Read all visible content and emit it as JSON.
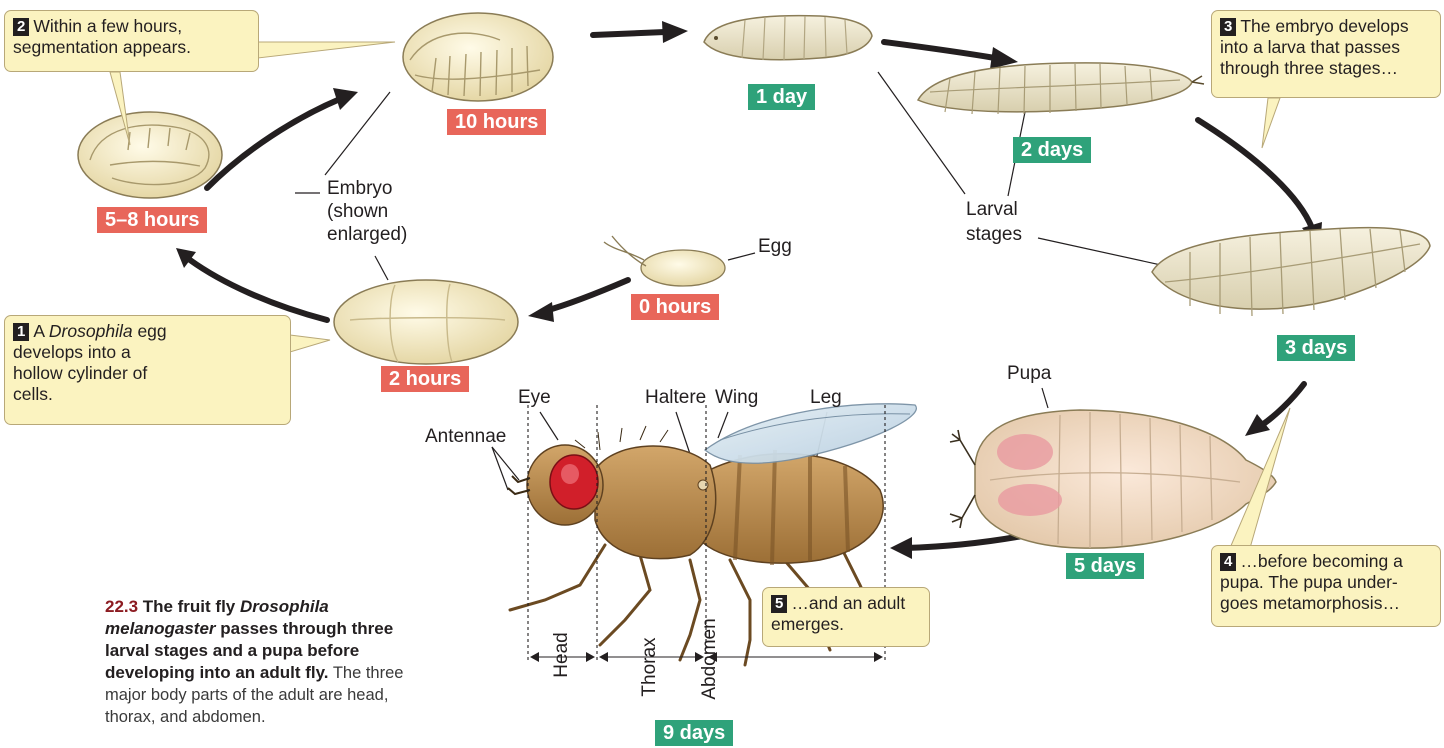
{
  "colors": {
    "hours_badge": "#e8665a",
    "days_badge": "#2fa27a",
    "callout_fill": "#fbf3c0",
    "arrow": "#231f20"
  },
  "time_labels": {
    "h10": "10 hours",
    "d1": "1 day",
    "d2": "2 days",
    "h5_8": "5–8 hours",
    "h0": "0 hours",
    "h2": "2 hours",
    "d3": "3 days",
    "d5": "5 days",
    "d9": "9 days"
  },
  "callouts": {
    "c1": {
      "num": "1",
      "text_a": "A ",
      "italic": "Drosophila",
      "text_b": " egg develops into a hollow cylinder of cells."
    },
    "c2": {
      "num": "2",
      "text": "Within a few hours, segmentation appears."
    },
    "c3": {
      "num": "3",
      "text": "The embryo develops into a larva that passes through three stages…"
    },
    "c4": {
      "num": "4",
      "text": "…before becoming a pupa. The pupa under-goes metamorphosis…"
    },
    "c5": {
      "num": "5",
      "text": "…and an adult emerges."
    }
  },
  "labels": {
    "embryo_1": "Embryo",
    "embryo_2": "(shown",
    "embryo_3": "enlarged)",
    "egg": "Egg",
    "larval_1": "Larval",
    "larval_2": "stages",
    "pupa": "Pupa",
    "eye": "Eye",
    "haltere": "Haltere",
    "wing": "Wing",
    "leg": "Leg",
    "antennae": "Antennae",
    "head": "Head",
    "thorax": "Thorax",
    "abdomen": "Abdomen"
  },
  "caption": {
    "fig_num": "22.3",
    "title_a": "The fruit fly ",
    "title_italic": "Drosophila melanogaster",
    "title_b": " passes through three larval stages and a pupa before developing into an adult fly.",
    "body": "The three major body parts of the adult are head, thorax, and abdomen."
  }
}
